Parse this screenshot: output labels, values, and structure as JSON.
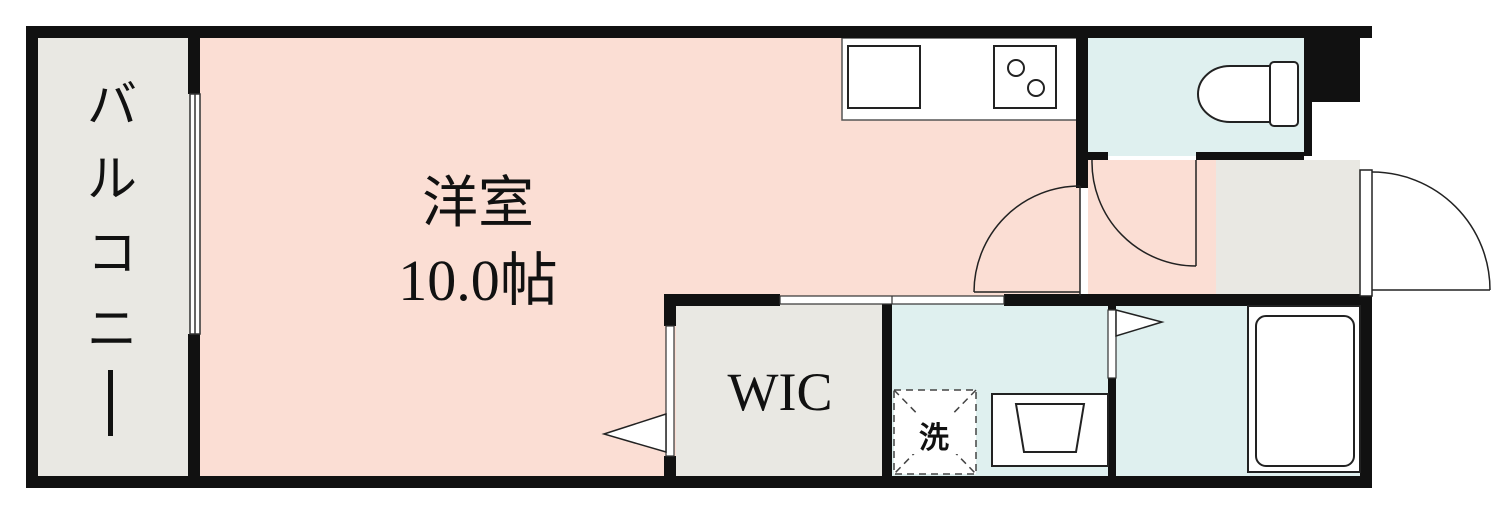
{
  "rooms": {
    "balcony": {
      "label": "バルコニー",
      "chars": [
        "バ",
        "ル",
        "コ",
        "ニ",
        "ー"
      ]
    },
    "western_room": {
      "name": "洋室",
      "size": "10.0帖"
    },
    "wic": {
      "label": "WIC"
    },
    "laundry": {
      "label": "洗"
    }
  },
  "colors": {
    "wall": "#111111",
    "balcony_fill": "#e9e8e3",
    "western_room_fill": "#fbded4",
    "wic_fill": "#e9e8e3",
    "wet_area_fill": "#dff0ef",
    "entrance_fill": "#fbded4",
    "shoe_storage_fill": "#e9e8e3",
    "fixture_fill": "#ffffff"
  }
}
